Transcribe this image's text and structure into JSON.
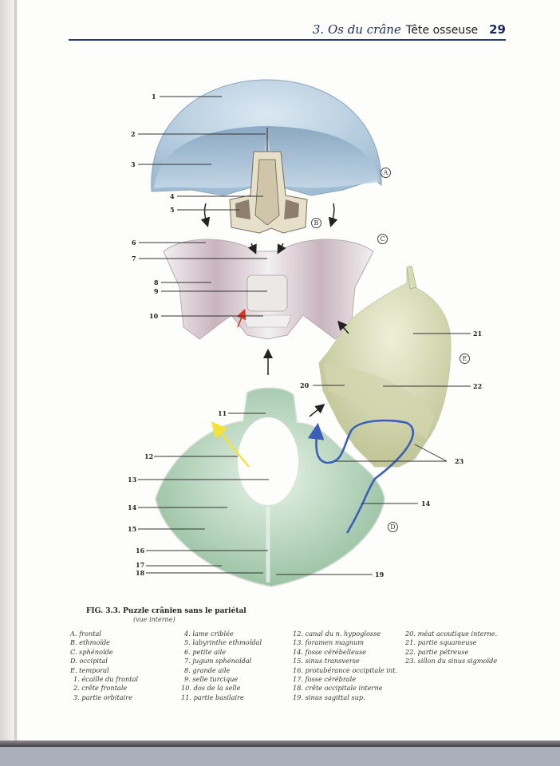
{
  "header": {
    "chapter": "3. Os du crâne",
    "section": "Tête osseuse",
    "page_number": "29"
  },
  "figure": {
    "caption": "FIG. 3.3. Puzzle crânien sans le pariétal",
    "subcaption": "(vue interne)",
    "bone_letters": [
      "A",
      "B",
      "C",
      "D",
      "E"
    ],
    "callout_numbers": [
      "1",
      "2",
      "3",
      "4",
      "5",
      "6",
      "7",
      "8",
      "9",
      "10",
      "11",
      "12",
      "13",
      "14",
      "15",
      "16",
      "17",
      "18",
      "19",
      "20",
      "21",
      "22",
      "23"
    ],
    "colors": {
      "frontal": "#b9cfe0",
      "ethmoid": "#e8e2cf",
      "sphenoid": "#eeeaec",
      "occipital": "#b9d6bd",
      "temporal": "#dfe2c2",
      "sigmoid_sinus_path": "#3b5fb8",
      "hypoglossal_arrow": "#f2e33a",
      "red_arrow": "#d43a2a"
    }
  },
  "legend": {
    "col1": [
      "A. frontal",
      "B. ethmoïde",
      "C. sphénoïde",
      "D. occipital",
      "E. temporal",
      "1. écaille du frontal",
      "2. crête frontale",
      "3. partie orbitaire"
    ],
    "col2": [
      "4. lame criblée",
      "5. labyrinthe ethmoïdal",
      "6. petite aile",
      "7. jugum sphénoïdal",
      "8. grande aile",
      "9. selle turcique",
      "10. dos de la selle",
      "11. partie basilaire"
    ],
    "col3": [
      "12. canal du n. hypoglosse",
      "13. foramen magnum",
      "14. fosse cérébelleuse",
      "15. sinus transverse",
      "16. protubérance occipitale int.",
      "17. fosse cérébrale",
      "18. crête occipitale interne",
      "19. sinus sagittal sup."
    ],
    "col4": [
      "20. méat acoutique interne.",
      "21. partie squameuse",
      "22. partie pétreuse",
      "23. sillon du sinus sigmoïde"
    ]
  }
}
